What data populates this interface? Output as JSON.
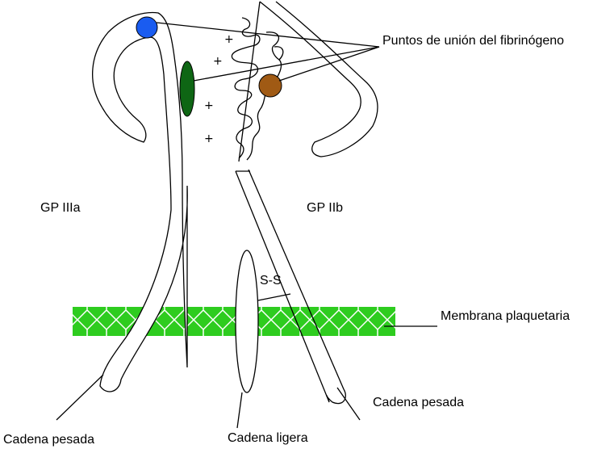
{
  "labels": {
    "binding_sites": "Puntos de unión del fibrinógeno",
    "gp_iiia": "GP IIIa",
    "gp_iib": "GP IIb",
    "disulfide": "S-S",
    "membrane": "Membrana plaquetaria",
    "heavy_chain_left": "Cadena pesada",
    "light_chain": "Cadena ligera",
    "heavy_chain_right": "Cadena pesada",
    "plus_sign": "+"
  },
  "colors": {
    "membrane_fill": "#2ecc1f",
    "membrane_pattern": "#ffffff",
    "site_blue": "#1a5cf0",
    "site_green": "#0e6614",
    "site_brown": "#a05a14"
  }
}
